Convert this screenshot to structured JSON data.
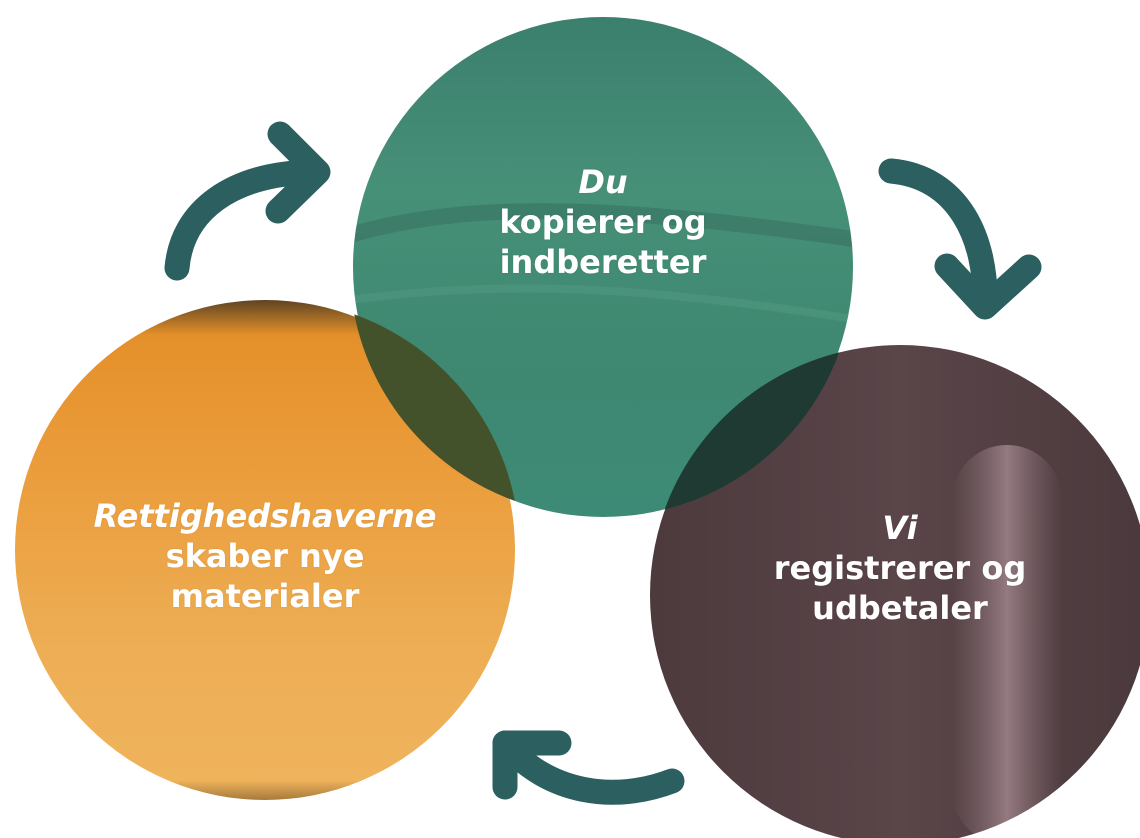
{
  "diagram": {
    "circles": [
      {
        "id": "du",
        "emphasis": "Du",
        "line1": "kopierer og",
        "line2": "indberetter",
        "color": "#3f8a76"
      },
      {
        "id": "vi",
        "emphasis": "Vi",
        "line1": "registrerer og",
        "line2": "udbetaler",
        "color": "#5a4549"
      },
      {
        "id": "rettighedshaverne",
        "emphasis": "Rettighedshaverne",
        "line1": "skaber nye",
        "line2": "materialer",
        "color": "#eba94b"
      }
    ],
    "arrow_color": "#2b5f60",
    "arrows": [
      {
        "name": "arrow-to-du",
        "direction": "right"
      },
      {
        "name": "arrow-du-to-vi",
        "direction": "down"
      },
      {
        "name": "arrow-vi-to-rettighedshaverne",
        "direction": "left"
      }
    ]
  }
}
